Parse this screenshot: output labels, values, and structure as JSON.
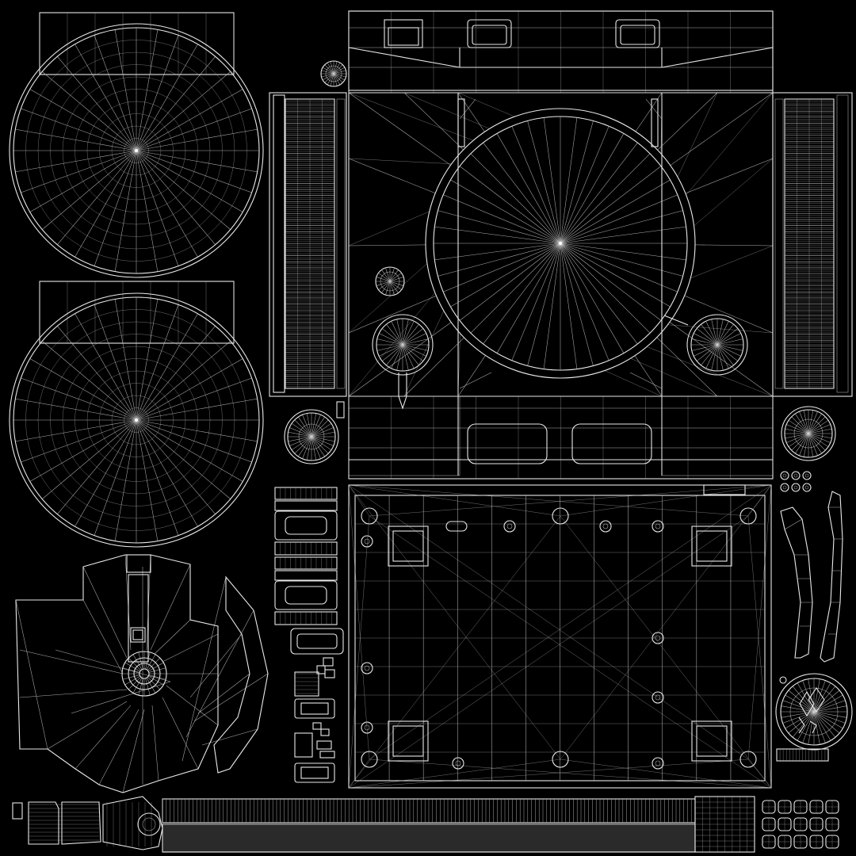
{
  "image": {
    "kind": "uv-wireframe-layout",
    "background": "#000000",
    "line_color": "#e9e9e9"
  },
  "islands": {
    "disc_top": {
      "segments": 36,
      "rings": 9
    },
    "disc_middle": {
      "segments": 36,
      "rings": 9
    },
    "pinwheel_part": {
      "shape": "propeller"
    },
    "main_top_panel": {
      "segments": 48,
      "rings": 1
    },
    "base_panel": {
      "columns": 12,
      "rows": 10
    },
    "vent_strip_left": {
      "slats": 48
    },
    "vent_strip_right": {
      "slats": 48
    },
    "bottom_strip": {
      "hatch_lines": 140
    },
    "small_discs": {
      "count": 6
    }
  }
}
